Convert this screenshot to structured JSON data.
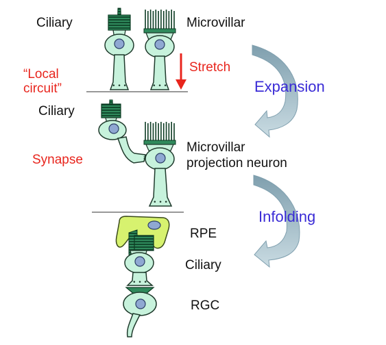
{
  "colors": {
    "cell_fill": "#c7f2dc",
    "cell_outline": "#1f3a2c",
    "cilia": "#0b3a22",
    "cilia_fill": "#2f8a5c",
    "nucleus": "#8fa8d2",
    "rpe_fill": "#d7f26f",
    "divider": "#777777",
    "arrow": "#9bb8c4",
    "red": "#e8251d",
    "blue": "#3a2bd6"
  },
  "labels": {
    "ciliary_top": "Ciliary",
    "microvillar_top": "Microvillar",
    "local_circuit_line1": "“Local",
    "local_circuit_line2": "circuit”",
    "stretch": "Stretch",
    "expansion": "Expansion",
    "ciliary_mid": "Ciliary",
    "synapse": "Synapse",
    "microvillar_proj_line1": "Microvillar",
    "microvillar_proj_line2": "projection neuron",
    "infolding": "Infolding",
    "rpe": "RPE",
    "ciliary_bottom": "Ciliary",
    "rgc": "RGC"
  }
}
